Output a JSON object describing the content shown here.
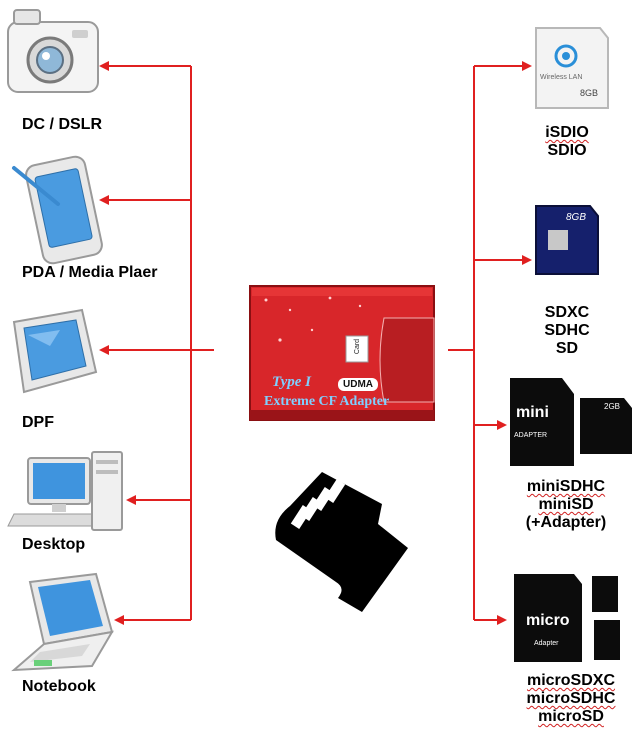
{
  "colors": {
    "arrow": "#e02020",
    "adapter_red": "#d8262a",
    "adapter_text": "#7fd0ff"
  },
  "left_devices": [
    {
      "label": "DC / DSLR",
      "icon": "camera-icon"
    },
    {
      "label": "PDA / Media Plaer",
      "icon": "pda-icon"
    },
    {
      "label": "DPF",
      "icon": "photo-frame-icon"
    },
    {
      "label": "Desktop",
      "icon": "desktop-computer-icon"
    },
    {
      "label": "Notebook",
      "icon": "laptop-icon"
    }
  ],
  "center": {
    "adapter": {
      "type_text": "Type I",
      "udma_text": "UDMA",
      "name_text": "Extreme CF Adapter",
      "card_text": "Card"
    },
    "sd_silhouette_icon": "sd-card-silhouette-icon"
  },
  "right_cards": [
    {
      "lines": [
        "iSDIO",
        "SDIO"
      ],
      "icon": "wireless-sd-card-icon",
      "card_text": "Wireless LAN",
      "card_size": "8GB"
    },
    {
      "lines": [
        "SDXC",
        "SDHC",
        "SD"
      ],
      "icon": "sd-card-icon",
      "card_size": "8GB"
    },
    {
      "lines": [
        "miniSDHC",
        "miniSD",
        "(+Adapter)"
      ],
      "icon": "minisd-card-icon",
      "brand": "mini",
      "card_text": "ADAPTER",
      "card_size": "2GB"
    },
    {
      "lines": [
        "microSDXC",
        "microSDHC",
        "microSD"
      ],
      "icon": "microsd-card-icon",
      "brand": "micro",
      "card_text": "Adapter"
    }
  ]
}
